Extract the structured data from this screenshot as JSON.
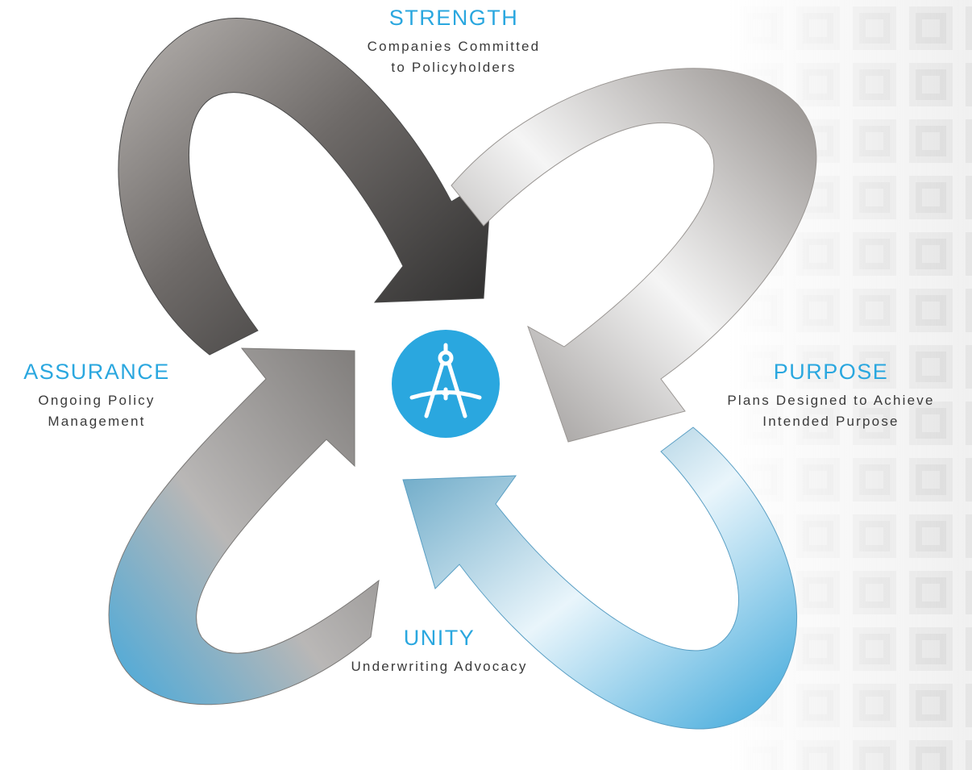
{
  "colors": {
    "accent": "#2aa7df",
    "text": "#3a3a3a",
    "arrow_dark": "#2e2e2e",
    "arrow_grey": "#9a9693",
    "arrow_blue": "#3aa6da"
  },
  "center": {
    "icon": "drafting-compass-icon"
  },
  "labels": {
    "strength": {
      "title": "STRENGTH",
      "line1": "Companies Committed",
      "line2": "to Policyholders"
    },
    "assurance": {
      "title": "ASSURANCE",
      "line1": "Ongoing Policy",
      "line2": "Management"
    },
    "purpose": {
      "title": "PURPOSE",
      "line1": "Plans Designed to Achieve",
      "line2": "Intended Purpose"
    },
    "unity": {
      "title": "UNITY",
      "line1": "Underwriting Advocacy"
    }
  }
}
